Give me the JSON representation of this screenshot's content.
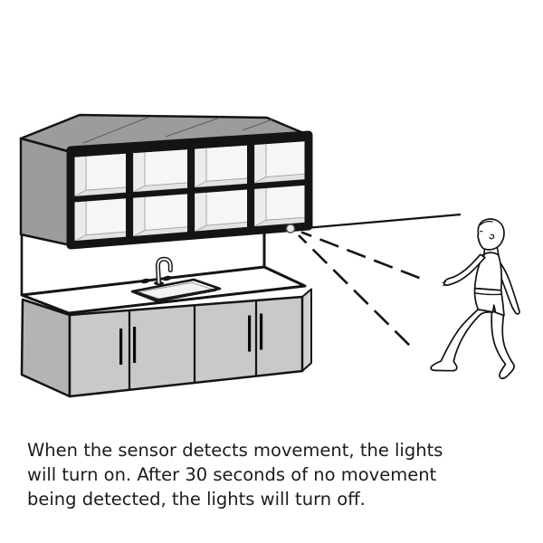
{
  "caption": {
    "text": "When the sensor detects movement, the lights\nwill turn on. After 30 seconds of no movement\nbeing detected, the lights will turn off."
  },
  "illustration": {
    "elements": [
      "upper-cabinet-open-shelves",
      "motion-sensor",
      "detection-beam-solid",
      "detection-beam-dashed-upper",
      "detection-beam-dashed-lower",
      "countertop",
      "kitchen-sink",
      "faucet",
      "lower-cabinet-doors",
      "walking-person"
    ],
    "shelf_columns": 4,
    "shelf_rows": 2,
    "door_count": 4
  },
  "colors": {
    "background": "#ffffff",
    "outline": "#141414",
    "cabinet_gray": "#9c9c9c",
    "door_gray": "#c9c9c9",
    "side_panel_gray": "#b4b4b4",
    "right_side_gray": "#d2d2d2",
    "shelf_interior": "#f6f6f6",
    "counter_white": "#ffffff",
    "text": "#1c1c1c"
  }
}
